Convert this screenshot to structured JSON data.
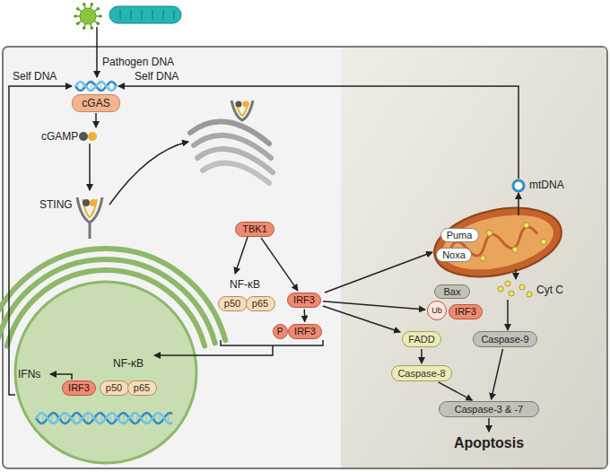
{
  "diagram": {
    "nodes": [
      {
        "text": [
          "cGAS"
        ]
      },
      {
        "text": [
          "TBK1"
        ]
      },
      {
        "text": [
          "p50"
        ]
      },
      {
        "text": [
          "p65"
        ]
      },
      {
        "text": [
          "IRF3"
        ]
      },
      {
        "text": [
          "P"
        ]
      },
      {
        "text": [
          "IRF3"
        ]
      },
      {
        "text": [
          "IRF3"
        ]
      },
      {
        "text": [
          "p50"
        ]
      },
      {
        "text": [
          "p65"
        ]
      },
      {
        "text": [
          "Puma"
        ]
      },
      {
        "text": [
          "Noxa"
        ]
      },
      {
        "text": [
          "Bax"
        ]
      },
      {
        "text": [
          "Ub"
        ]
      },
      {
        "text": [
          "IRF3"
        ]
      },
      {
        "text": [
          "FADD"
        ]
      },
      {
        "text": [
          "Caspase-8"
        ]
      },
      {
        "text": [
          "Caspase-9"
        ]
      },
      {
        "text": [
          "Caspase-3 & -7"
        ]
      }
    ],
    "edges": [
      {
        "from": 1,
        "to": 4,
        "arrow": "to"
      },
      {
        "from": 4,
        "to": 6,
        "arrow": "to"
      },
      {
        "from": 4,
        "to": 13,
        "arrow": "to"
      },
      {
        "from": 4,
        "to": 15,
        "arrow": "to"
      },
      {
        "from": 15,
        "to": 16,
        "arrow": "to"
      },
      {
        "from": 16,
        "to": 18,
        "arrow": "to"
      },
      {
        "from": 17,
        "to": 18,
        "arrow": "to"
      }
    ],
    "labels": [
      "Pathogen DNA",
      "Self DNA",
      "Self DNA",
      "cGAMP",
      "STING",
      "NF-κB",
      "IFNs",
      "NF-κB",
      "mtDNA",
      "Cyt C",
      "Apoptosis"
    ]
  }
}
